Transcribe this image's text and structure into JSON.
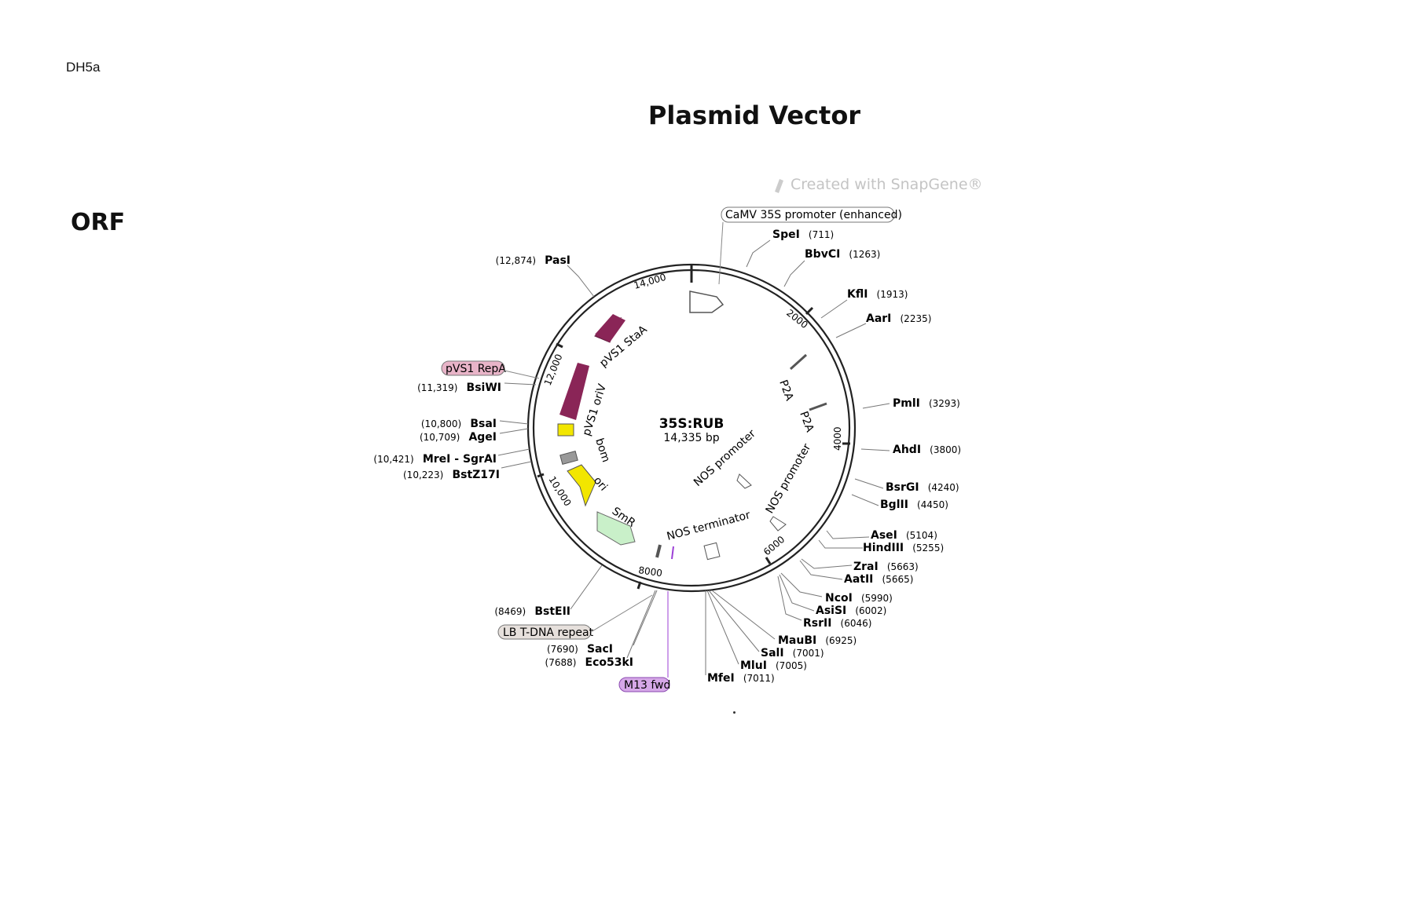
{
  "corner_label": "DH5a",
  "title": "Plasmid Vector",
  "side_label": "ORF",
  "watermark": "Created with SnapGene®",
  "plasmid": {
    "name": "35S:RUB",
    "length": "14,335 bp"
  },
  "restriction_sites": [
    {
      "id": "s-spei",
      "name": "SpeI",
      "pos": "(711)"
    },
    {
      "id": "s-bbvci",
      "name": "BbvCI",
      "pos": "(1263)"
    },
    {
      "id": "s-kfli",
      "name": "KflI",
      "pos": "(1913)"
    },
    {
      "id": "s-aari",
      "name": "AarI",
      "pos": "(2235)"
    },
    {
      "id": "s-pmli",
      "name": "PmlI",
      "pos": "(3293)"
    },
    {
      "id": "s-ahdi",
      "name": "AhdI",
      "pos": "(3800)"
    },
    {
      "id": "s-bsrgi",
      "name": "BsrGI",
      "pos": "(4240)"
    },
    {
      "id": "s-bgli",
      "name": "BglII",
      "pos": "(4450)"
    },
    {
      "id": "s-asei",
      "name": "AseI",
      "pos": "(5104)"
    },
    {
      "id": "s-hindiii",
      "name": "HindIII",
      "pos": "(5255)"
    },
    {
      "id": "s-zrai",
      "name": "ZraI",
      "pos": "(5663)"
    },
    {
      "id": "s-aatii",
      "name": "AatII",
      "pos": "(5665)"
    },
    {
      "id": "s-ncoi",
      "name": "NcoI",
      "pos": "(5990)"
    },
    {
      "id": "s-asisi",
      "name": "AsiSI",
      "pos": "(6002)"
    },
    {
      "id": "s-rsrii",
      "name": "RsrII",
      "pos": "(6046)"
    },
    {
      "id": "s-maubi",
      "name": "MauBI",
      "pos": "(6925)"
    },
    {
      "id": "s-sali",
      "name": "SalI",
      "pos": "(7001)"
    },
    {
      "id": "s-mlui",
      "name": "MluI",
      "pos": "(7005)"
    },
    {
      "id": "s-mfei",
      "name": "MfeI",
      "pos": "(7011)"
    },
    {
      "id": "s-bsteii",
      "name": "BstEII",
      "pos": "(8469)"
    },
    {
      "id": "s-saci",
      "name": "SacI",
      "pos": "(7690)"
    },
    {
      "id": "s-eco53ki",
      "name": "Eco53kI",
      "pos": "(7688)"
    },
    {
      "id": "s-bstz17i",
      "name": "BstZ17I",
      "pos": "(10,223)"
    },
    {
      "id": "s-mrei",
      "name": "MreI - SgrAI",
      "pos": "(10,421)"
    },
    {
      "id": "s-agei",
      "name": "AgeI",
      "pos": "(10,709)"
    },
    {
      "id": "s-bsai",
      "name": "BsaI",
      "pos": "(10,800)"
    },
    {
      "id": "s-bsiwi",
      "name": "BsiWI",
      "pos": "(11,319)"
    },
    {
      "id": "s-pasi",
      "name": "PasI",
      "pos": "(12,874)"
    }
  ],
  "boxed_features": [
    {
      "id": "camv",
      "label": "CaMV 35S promoter (enhanced)"
    },
    {
      "id": "repa",
      "label": "pVS1 RepA"
    },
    {
      "id": "lb",
      "label": "LB T-DNA repeat"
    },
    {
      "id": "m13",
      "label": "M13 fwd"
    }
  ],
  "inner_features": [
    "pVS1 StaA",
    "pVS1 oriV",
    "bom",
    "ori",
    "SmR",
    "NOS terminator",
    "NOS promoter",
    "NOS promoter",
    "P2A",
    "P2A"
  ],
  "ticks": [
    "2000",
    "4000",
    "6000",
    "8000",
    "10,000",
    "12,000",
    "14,000"
  ],
  "colors": {
    "stra": "#8a2557",
    "ori": "#f2e600",
    "smr": "#c9f0c9",
    "bom": "#999999",
    "repa": "#e8b4c8",
    "m13": "#d6a8e8",
    "lb": "#e6e0dc"
  }
}
